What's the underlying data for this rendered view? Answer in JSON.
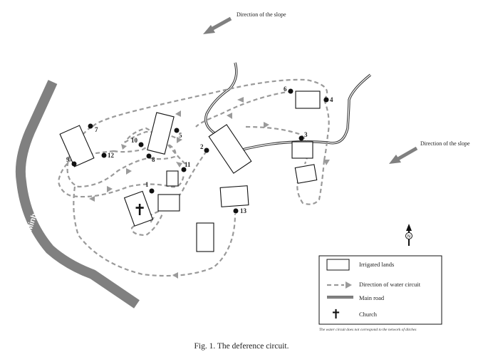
{
  "header": {
    "slope_label_top": "Direction of the slope",
    "slope_label_right": "Direction of the slope"
  },
  "river": {
    "label": "Minho River",
    "color": "#808080"
  },
  "points": [
    {
      "id": "p1",
      "label": "1"
    },
    {
      "id": "p2",
      "label": "2"
    },
    {
      "id": "p3",
      "label": "3"
    },
    {
      "id": "p4",
      "label": "4"
    },
    {
      "id": "p6",
      "label": "6"
    },
    {
      "id": "p5",
      "label": "5"
    },
    {
      "id": "p7",
      "label": "7"
    },
    {
      "id": "p8",
      "label": "8"
    },
    {
      "id": "p9",
      "label": "9"
    },
    {
      "id": "p10",
      "label": "10"
    },
    {
      "id": "p11",
      "label": "11"
    },
    {
      "id": "p12",
      "label": "12"
    },
    {
      "id": "p13",
      "label": "13"
    }
  ],
  "compass": {
    "label": "N"
  },
  "legend": {
    "irrigated": "Irrigated lands",
    "water": "Direction of water circuit",
    "road": "Main road",
    "church": "Church",
    "church_symbol": "✝"
  },
  "note": "The water circuit does not correspond to the network of ditches",
  "caption": "Fig. 1. The deference circuit.",
  "colors": {
    "circuit": "#9a9a9a",
    "slope_arrow": "#808080",
    "outline": "#111111"
  }
}
